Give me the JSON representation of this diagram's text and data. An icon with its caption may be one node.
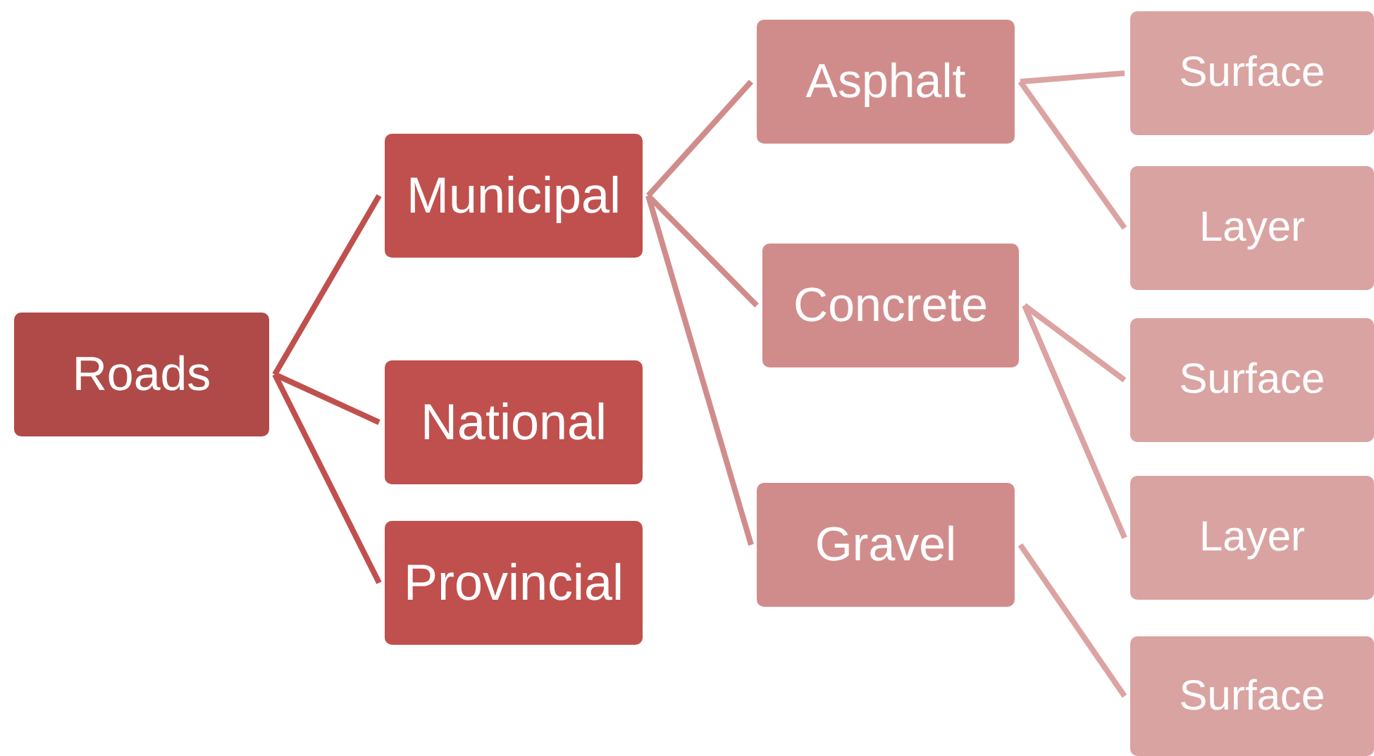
{
  "diagram": {
    "nodes": [
      {
        "text": [
          "Roads"
        ]
      },
      {
        "text": [
          "Municipal"
        ]
      },
      {
        "text": [
          "National"
        ]
      },
      {
        "text": [
          "Provincial"
        ]
      },
      {
        "text": [
          "Asphalt"
        ]
      },
      {
        "text": [
          "Concrete"
        ]
      },
      {
        "text": [
          "Gravel"
        ]
      },
      {
        "text": [
          "Surface"
        ]
      },
      {
        "text": [
          "Layer"
        ]
      },
      {
        "text": [
          "Surface"
        ]
      },
      {
        "text": [
          "Layer"
        ]
      },
      {
        "text": [
          "Surface"
        ]
      }
    ],
    "edges": [
      {
        "from": 0,
        "to": 1,
        "arrow": "none"
      },
      {
        "from": 0,
        "to": 2,
        "arrow": "none"
      },
      {
        "from": 0,
        "to": 3,
        "arrow": "none"
      },
      {
        "from": 1,
        "to": 4,
        "arrow": "none"
      },
      {
        "from": 1,
        "to": 5,
        "arrow": "none"
      },
      {
        "from": 1,
        "to": 6,
        "arrow": "none"
      },
      {
        "from": 4,
        "to": 7,
        "arrow": "none"
      },
      {
        "from": 4,
        "to": 8,
        "arrow": "none"
      },
      {
        "from": 5,
        "to": 9,
        "arrow": "none"
      },
      {
        "from": 5,
        "to": 10,
        "arrow": "none"
      },
      {
        "from": 6,
        "to": 11,
        "arrow": "none"
      }
    ]
  }
}
